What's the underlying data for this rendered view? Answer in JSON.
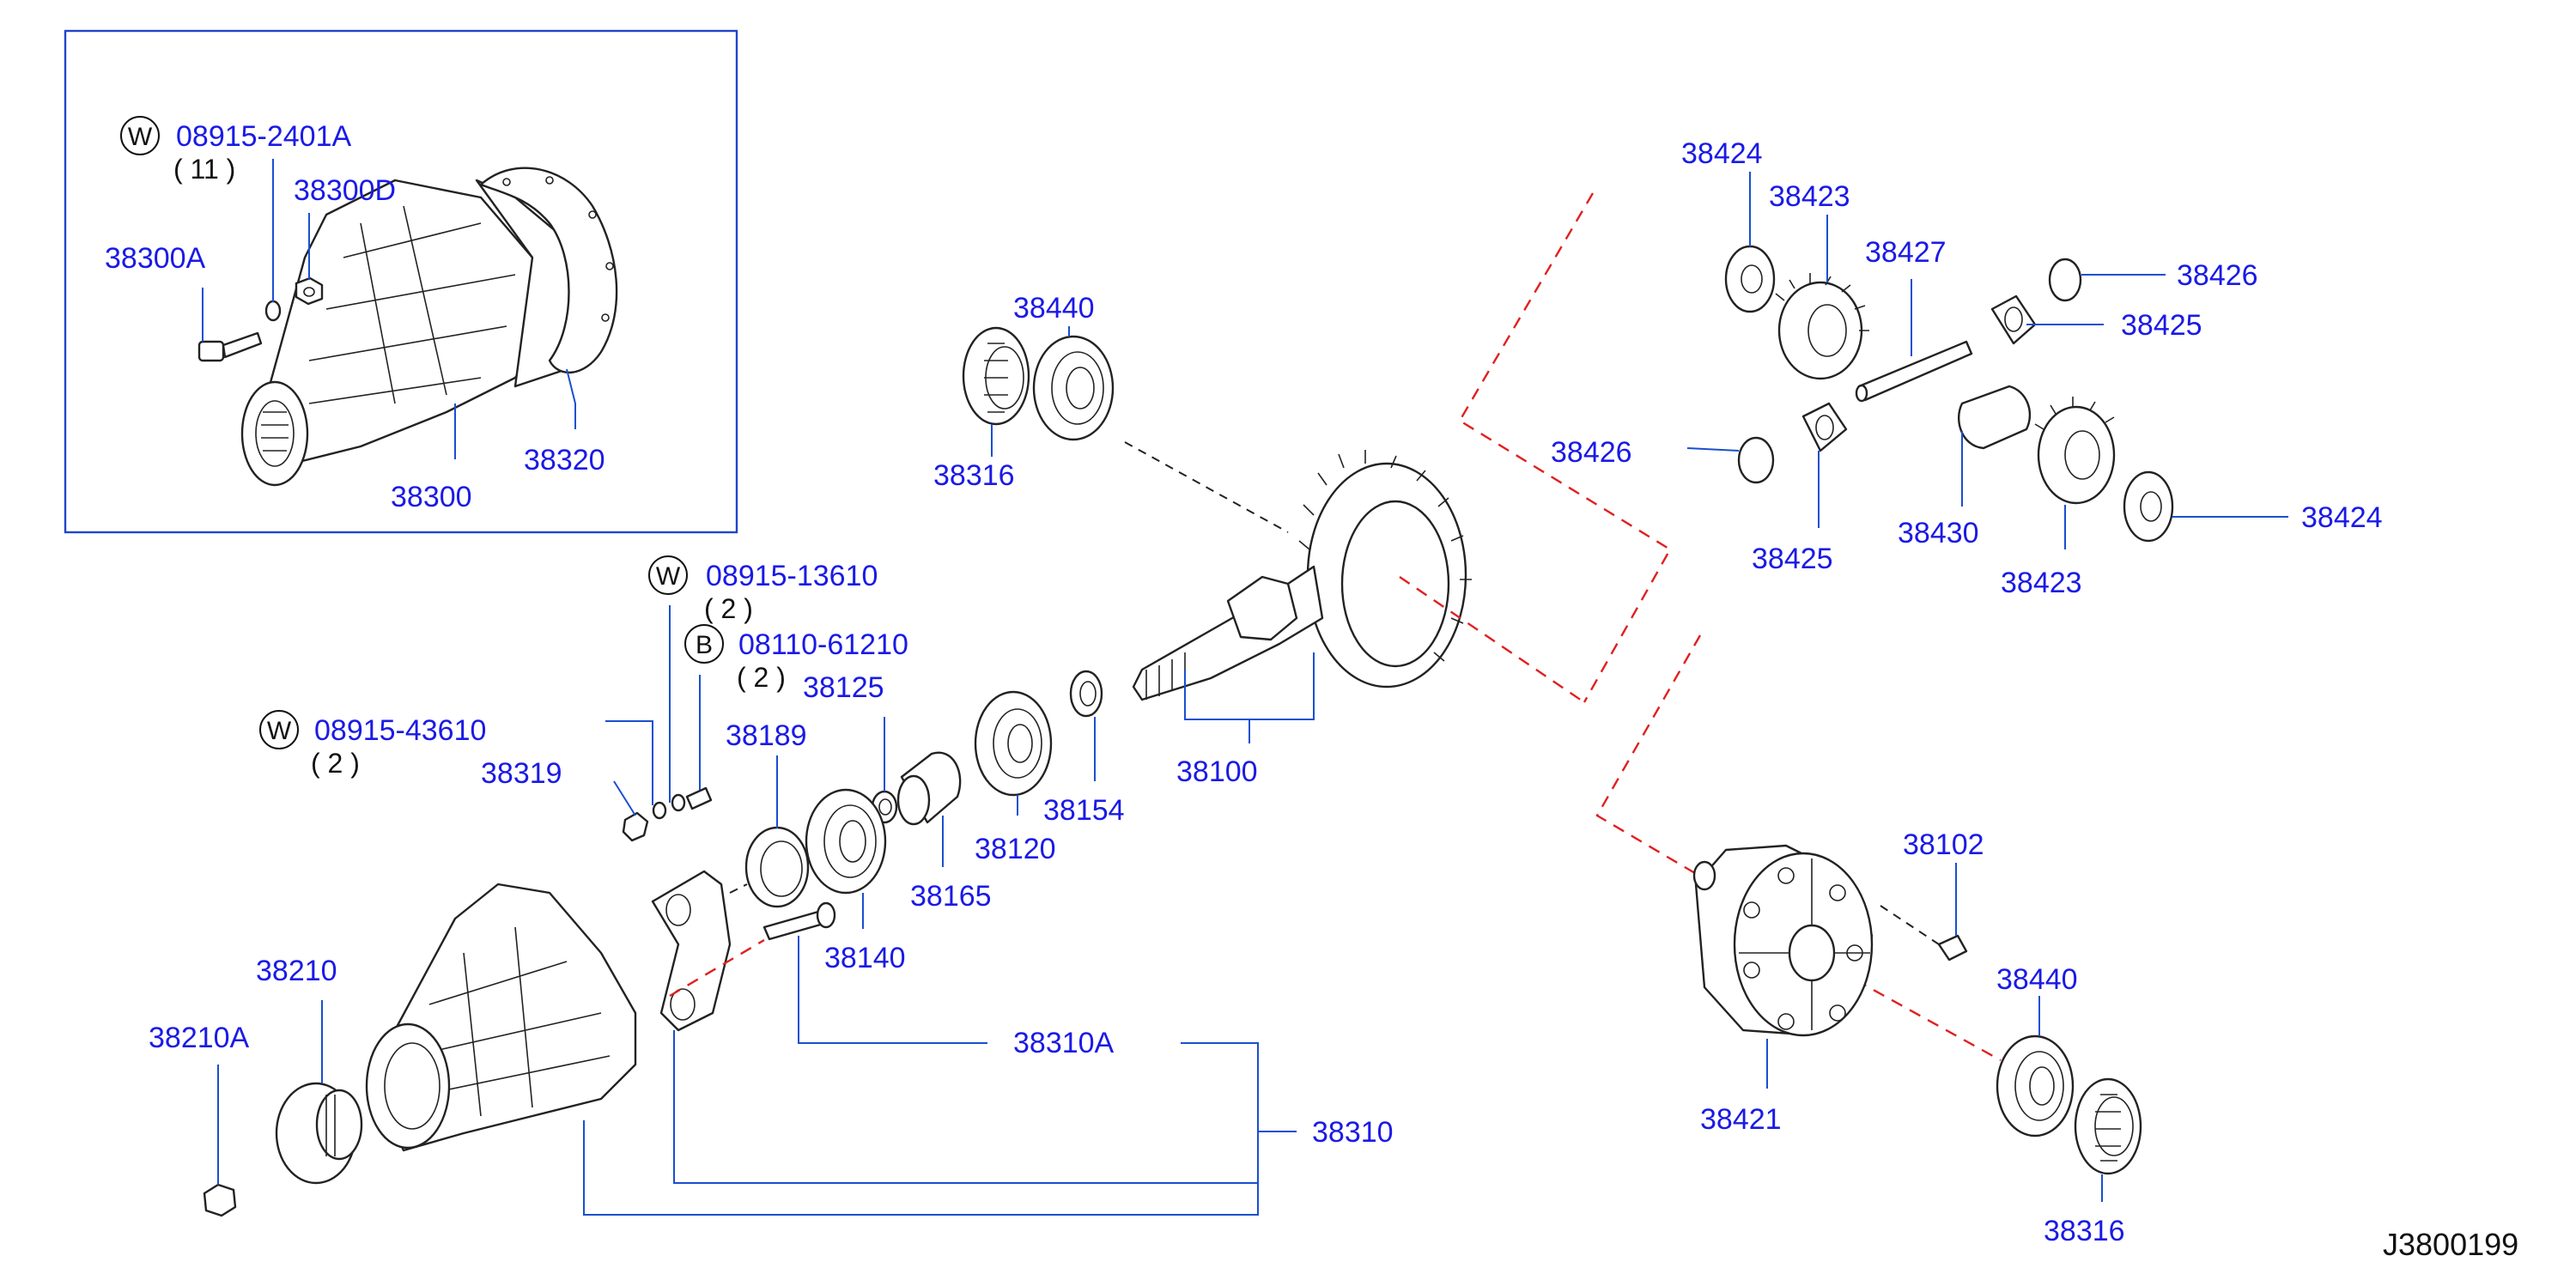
{
  "diagram": {
    "code": "J3800199",
    "callouts": {
      "w_top_part": "08915-2401A",
      "w_top_qty": "( 11 )",
      "p38300D": "38300D",
      "p38300A": "38300A",
      "p38320": "38320",
      "p38300": "38300",
      "p38440_top": "38440",
      "p38316_top": "38316",
      "w_mid_part": "08915-13610",
      "w_mid_qty": "( 2 )",
      "b_part": "08110-61210",
      "b_qty": "( 2 )",
      "w_left_part": "08915-43610",
      "w_left_qty": "( 2 )",
      "p38319": "38319",
      "p38189": "38189",
      "p38125": "38125",
      "p38154": "38154",
      "p38120": "38120",
      "p38165": "38165",
      "p38140": "38140",
      "p38100": "38100",
      "p38210": "38210",
      "p38210A": "38210A",
      "p38310A": "38310A",
      "p38310": "38310",
      "p38424_top": "38424",
      "p38423_top": "38423",
      "p38427": "38427",
      "p38426_top": "38426",
      "p38425_top": "38425",
      "p38426_mid": "38426",
      "p38425_bot": "38425",
      "p38430": "38430",
      "p38423_bot": "38423",
      "p38424_bot": "38424",
      "p38102": "38102",
      "p38440_bot": "38440",
      "p38421": "38421",
      "p38316_bot": "38316"
    },
    "tags": {
      "washer": "W",
      "bolt": "B"
    }
  }
}
